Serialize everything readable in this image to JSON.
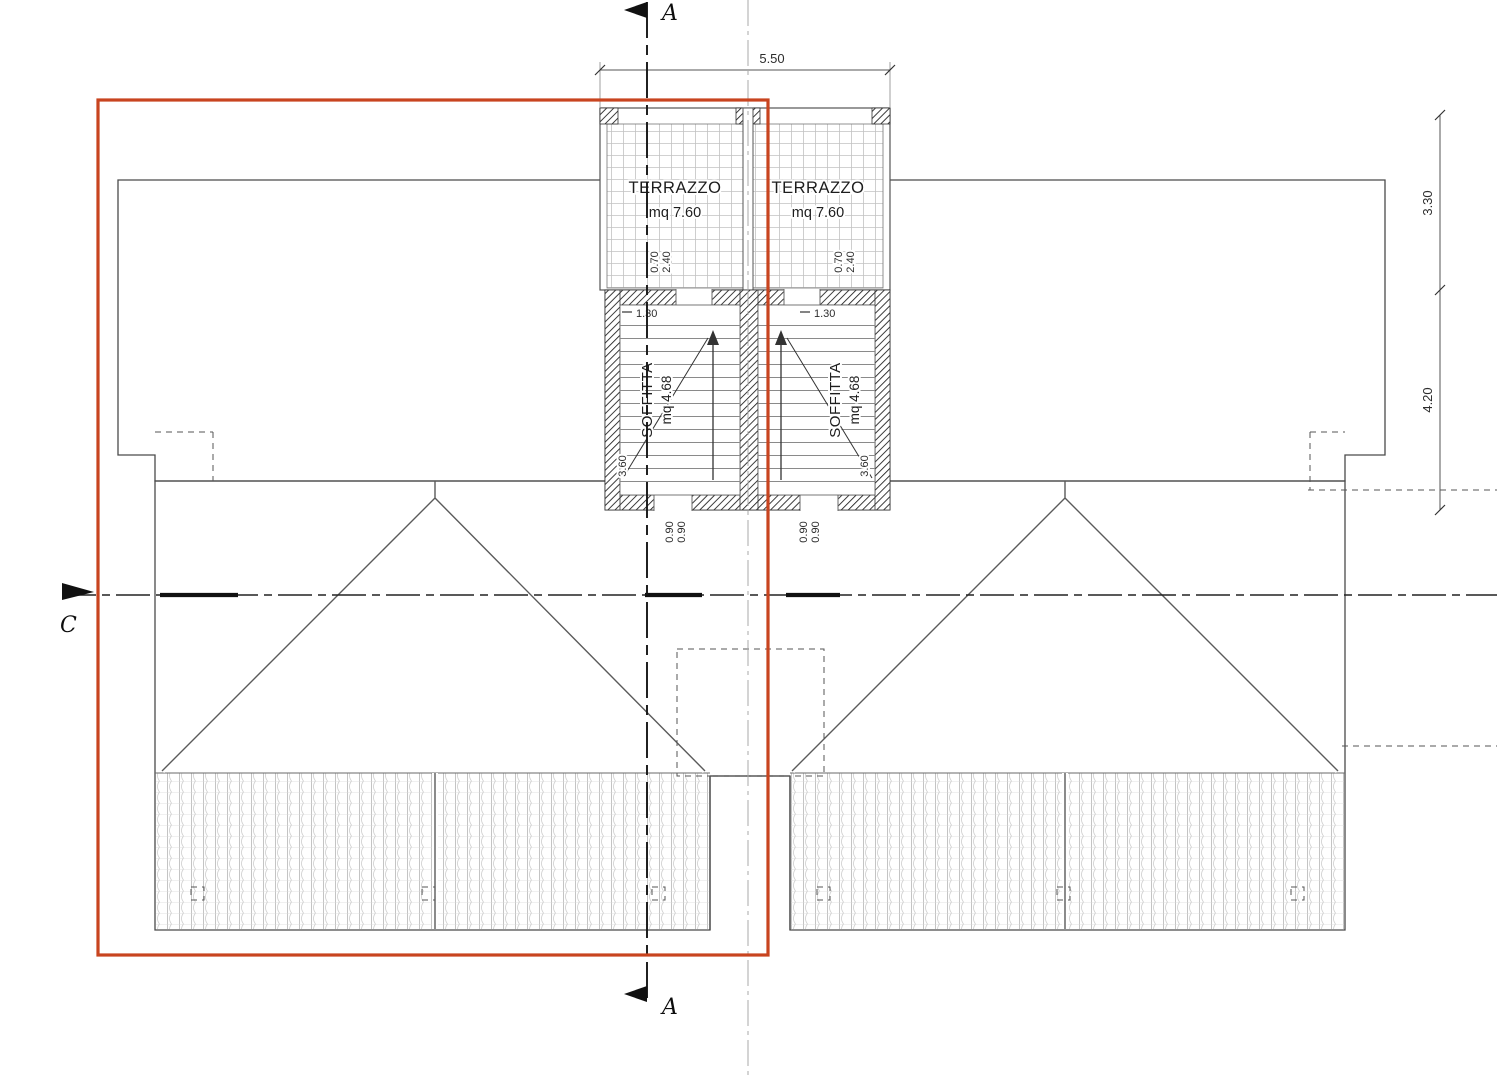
{
  "colors": {
    "highlight_box": "#c8441f",
    "ink": "#333333"
  },
  "markers": {
    "section_a_top": "A",
    "section_a_bottom": "A",
    "section_c": "C"
  },
  "dimensions": {
    "top_width": "5.50",
    "right_upper": "3.30",
    "right_lower": "4.20"
  },
  "terraces": {
    "left": {
      "label": "TERRAZZO",
      "area": "mq 7.60",
      "dim_depth": "0.70",
      "dim_width": "2.40"
    },
    "right": {
      "label": "TERRAZZO",
      "area": "mq 7.60",
      "dim_depth": "0.70",
      "dim_width": "2.40"
    }
  },
  "attics": {
    "left": {
      "label": "SOFFITTA",
      "area": "mq 4.68",
      "dim_top": "1.30",
      "dim_side": "3.60",
      "dim_door_a": "0.90",
      "dim_door_b": "0.90"
    },
    "right": {
      "label": "SOFFITTA",
      "area": "mq 4.68",
      "dim_top": "1.30",
      "dim_side": "3.60",
      "dim_door_a": "0.90",
      "dim_door_b": "0.90"
    }
  }
}
